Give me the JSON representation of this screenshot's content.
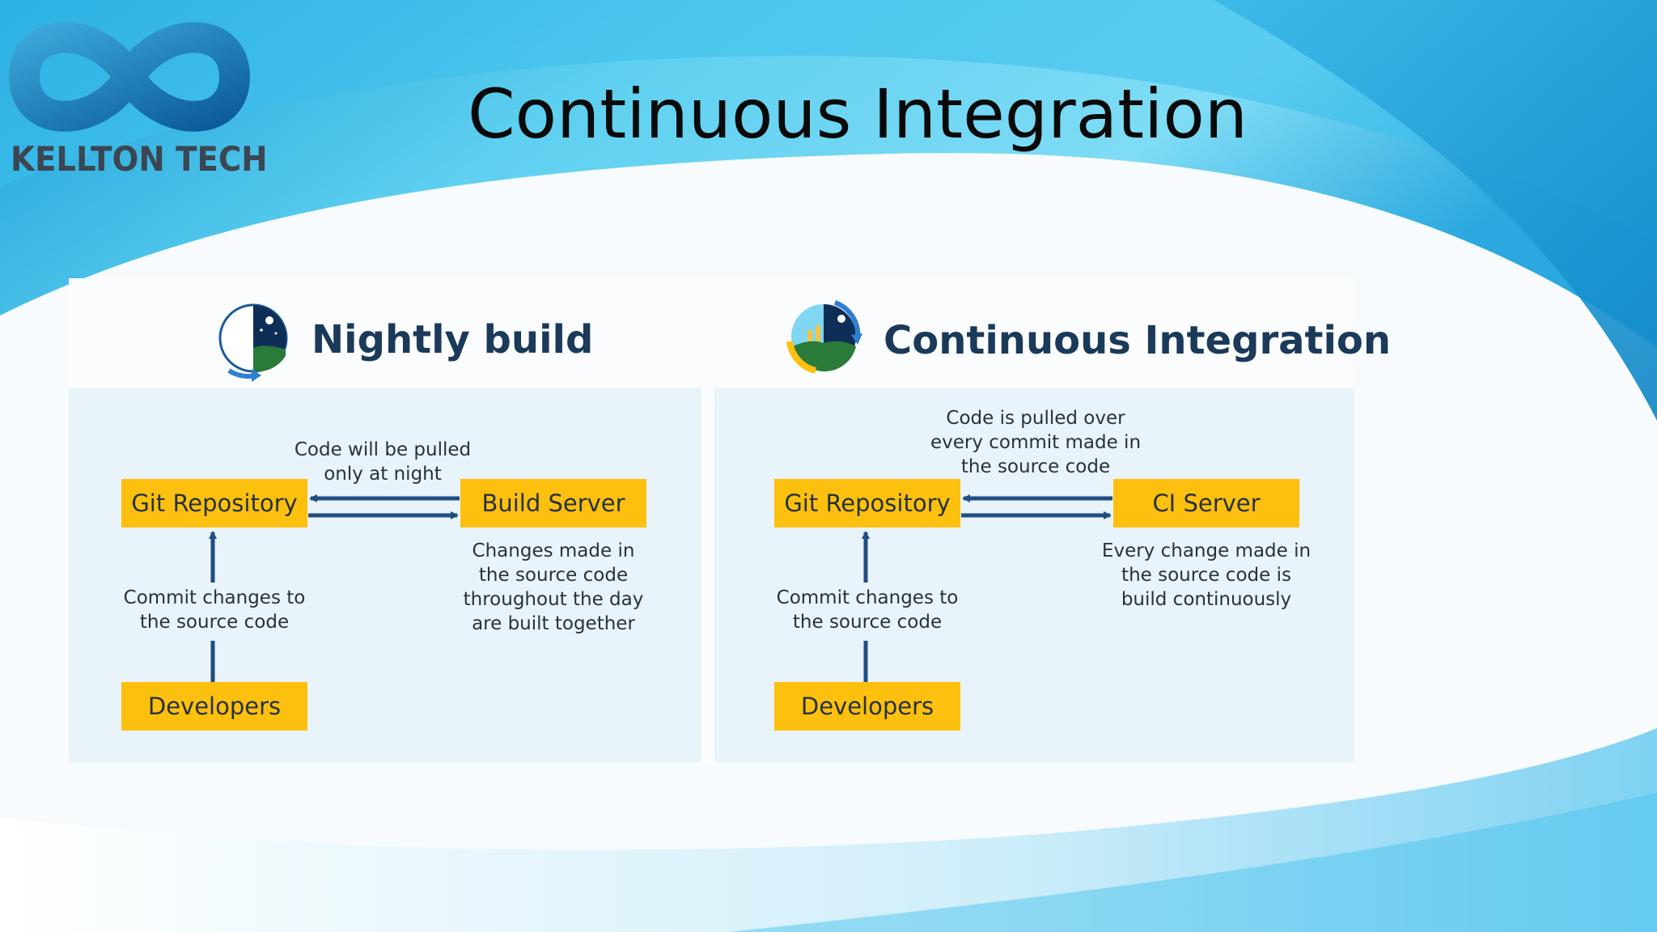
{
  "brand": {
    "name": "KELLTON TECH"
  },
  "slide": {
    "title": "Continuous Integration"
  },
  "colors": {
    "accent": "#fdc00f",
    "arrow": "#1f4e82",
    "heading": "#1b3a5a",
    "panel": "#e8f3fa"
  },
  "left": {
    "heading": "Nightly build",
    "icon": "night-moon-icon",
    "box_repo": "Git Repository",
    "box_server": "Build Server",
    "box_devs": "Developers",
    "pull_note": [
      "Code will be pulled",
      "only at night"
    ],
    "commit_note": [
      "Commit changes to",
      "the source code"
    ],
    "server_note": [
      "Changes made in",
      "the source code",
      "throughout the day",
      "are built together"
    ]
  },
  "right": {
    "heading": "Continuous Integration",
    "icon": "day-night-cycle-icon",
    "box_repo": "Git Repository",
    "box_server": "CI Server",
    "box_devs": "Developers",
    "pull_note": [
      "Code is pulled over",
      "every commit made in",
      "the source code"
    ],
    "commit_note": [
      "Commit changes to",
      "the source code"
    ],
    "server_note": [
      "Every change made in",
      "the source code is",
      "build continuously"
    ]
  }
}
